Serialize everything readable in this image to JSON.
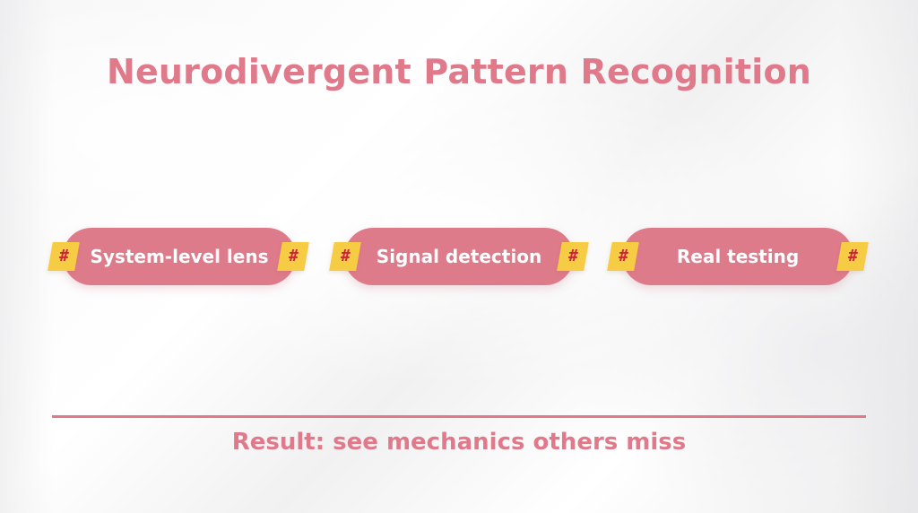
{
  "title": "Neurodivergent Pattern Recognition",
  "pills": [
    {
      "label": "System-level lens",
      "tag_left": "#",
      "tag_right": "#"
    },
    {
      "label": "Signal detection",
      "tag_left": "#",
      "tag_right": "#"
    },
    {
      "label": "Real testing",
      "tag_left": "#",
      "tag_right": "#"
    }
  ],
  "result": "Result: see mechanics others miss",
  "colors": {
    "accent": "#e07a8b",
    "pill_fill": "#de7b8b",
    "tag_fill": "#f6cc44",
    "tag_text": "#c9243a",
    "background": "#f4f4f5"
  },
  "icons": {
    "tag": "hash-tag-icon"
  }
}
